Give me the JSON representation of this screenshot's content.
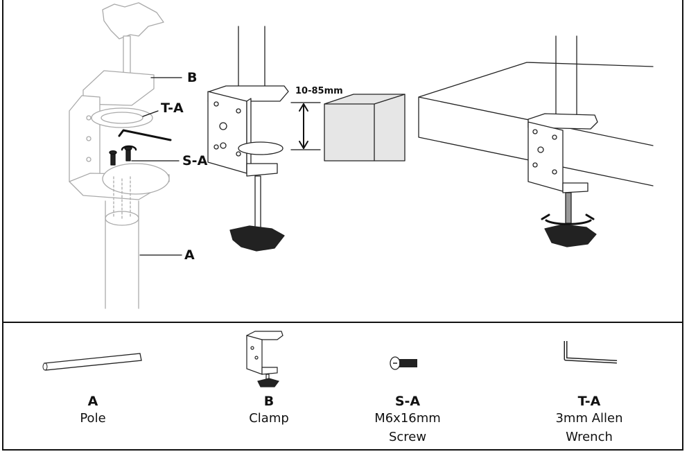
{
  "callouts": {
    "b": "B",
    "ta": "T-A",
    "sa": "S-A",
    "a": "A",
    "dimension": "10-85mm"
  },
  "parts": [
    {
      "code": "A",
      "name_lines": [
        "Pole"
      ]
    },
    {
      "code": "B",
      "name_lines": [
        "Clamp"
      ]
    },
    {
      "code": "S-A",
      "name_lines": [
        "M6x16mm",
        "Screw"
      ]
    },
    {
      "code": "T-A",
      "name_lines": [
        "3mm Allen",
        "Wrench"
      ]
    }
  ]
}
